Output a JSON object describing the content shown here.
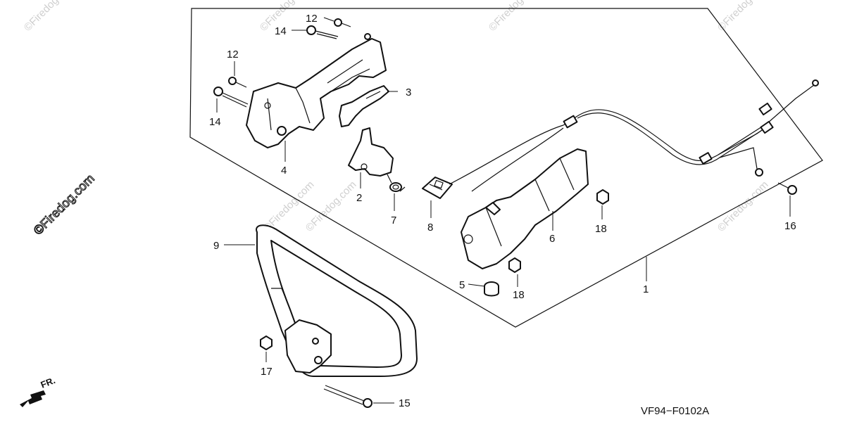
{
  "brand_watermark": "©Firedog.com",
  "diagram_code": "VF94−F0102A",
  "front_marker": "FR.",
  "callouts": {
    "c1": "1",
    "c2": "2",
    "c3": "3",
    "c4": "4",
    "c5": "5",
    "c6": "6",
    "c7": "7",
    "c8": "8",
    "c9": "9",
    "c12a": "12",
    "c12b": "12",
    "c14a": "14",
    "c14b": "14",
    "c15": "15",
    "c16": "16",
    "c17": "17",
    "c18a": "18",
    "c18b": "18"
  },
  "colors": {
    "ink": "#111111",
    "background": "#ffffff",
    "watermark": "#cfcfcf"
  }
}
